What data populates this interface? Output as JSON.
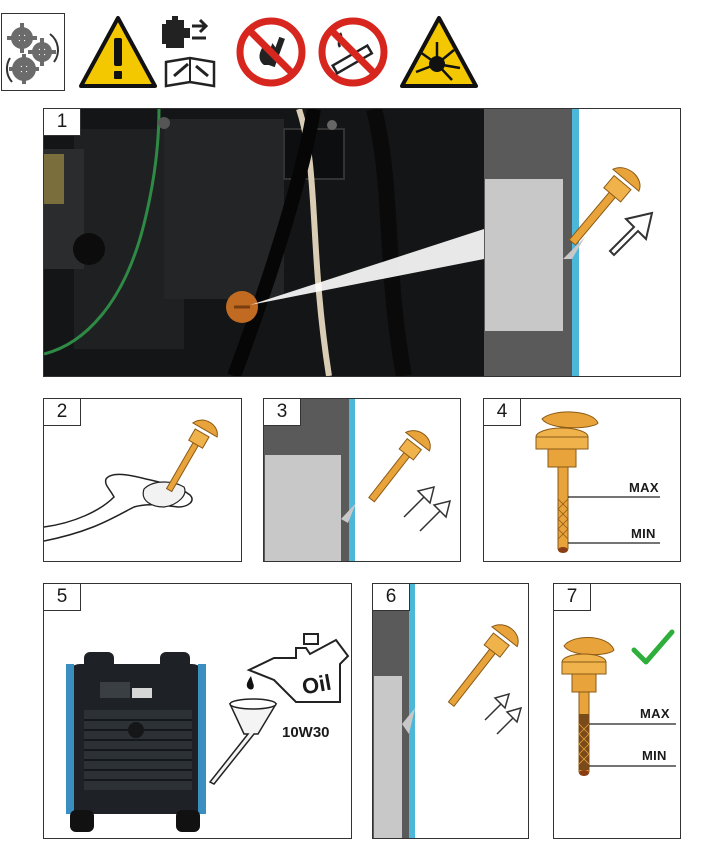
{
  "steps": [
    "1",
    "2",
    "3",
    "4",
    "5",
    "6",
    "7"
  ],
  "icons": [
    "gears-icon",
    "warning-triangle-icon",
    "read-manual-icon",
    "no-open-flame-icon",
    "no-smoking-icon",
    "explosive-hazard-icon"
  ],
  "dipstick": {
    "max": "MAX",
    "min": "MIN"
  },
  "oil_can": {
    "label": "Oil",
    "grade": "10W30"
  },
  "colors": {
    "dipstick": "#e8a33a",
    "accent_blue": "#4cb7d8",
    "warning_yellow": "#f3c800",
    "prohibit_red": "#d7261e",
    "panel_gray": "#5a5a5a"
  }
}
